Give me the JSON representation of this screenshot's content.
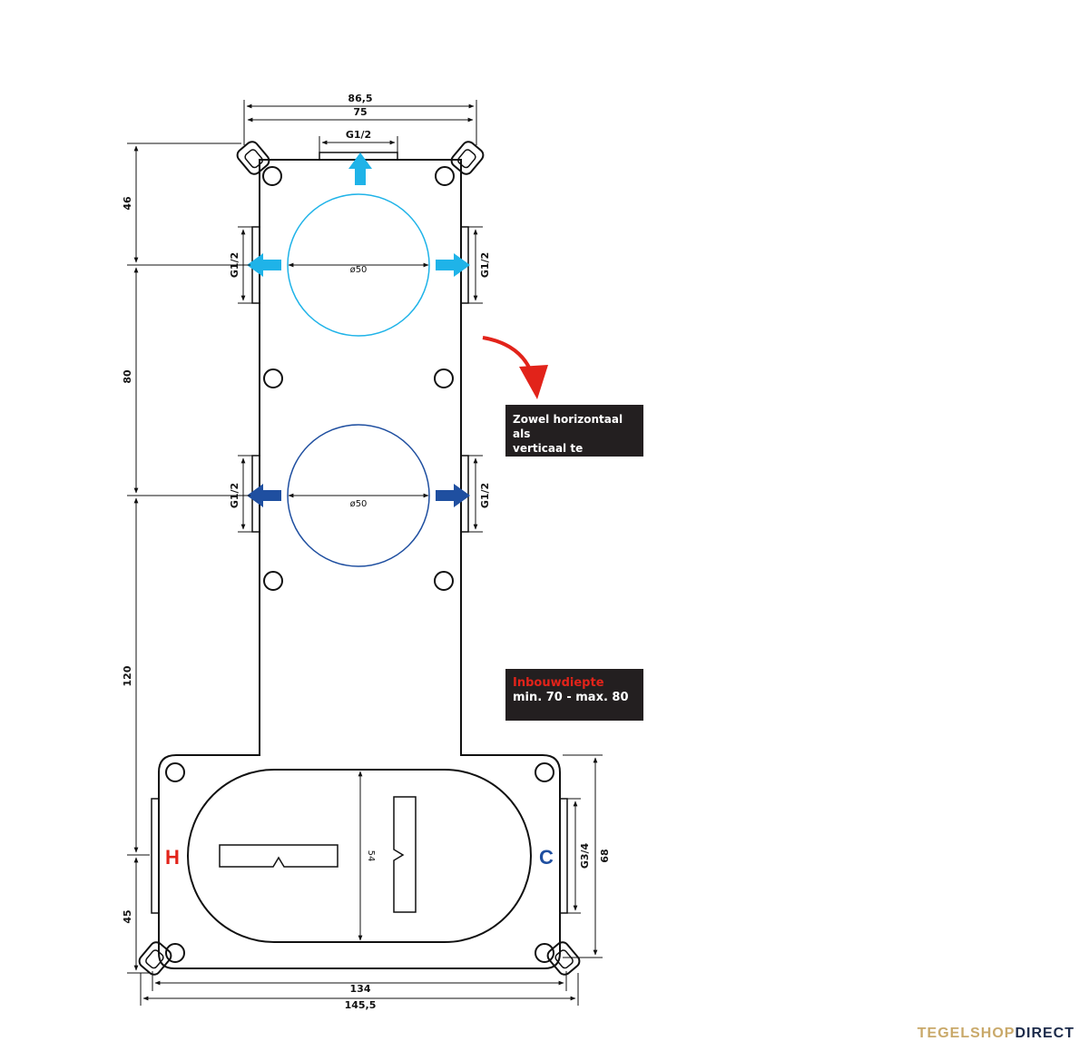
{
  "dimensions": {
    "width_top_outer": "86,5",
    "width_top_inner": "75",
    "top_port": "G1/2",
    "side_port": "G1/2",
    "bottom_port": "G3/4",
    "height_46": "46",
    "height_80": "80",
    "height_120": "120",
    "height_45": "45",
    "height_68": "68",
    "height_54": "54",
    "diameter": "ø50",
    "width_bottom_inner": "134",
    "width_bottom_outer": "145,5"
  },
  "labels": {
    "hot": "H",
    "cold": "C"
  },
  "notes": {
    "orientation_line1": "Zowel horizontaal als",
    "orientation_line2": "verticaal te plaatsen.",
    "depth_title": "Inbouwdiepte",
    "depth_value": "min. 70 - max. 80"
  },
  "logo": {
    "part1": "TEGELSHOP",
    "part2": "DIRECT"
  },
  "colors": {
    "light_blue": "#1fb3e8",
    "dark_blue": "#1f4fa0",
    "hot_red": "#e2231a",
    "cold_blue": "#1f4fa0",
    "arrow_red": "#e2231a"
  }
}
